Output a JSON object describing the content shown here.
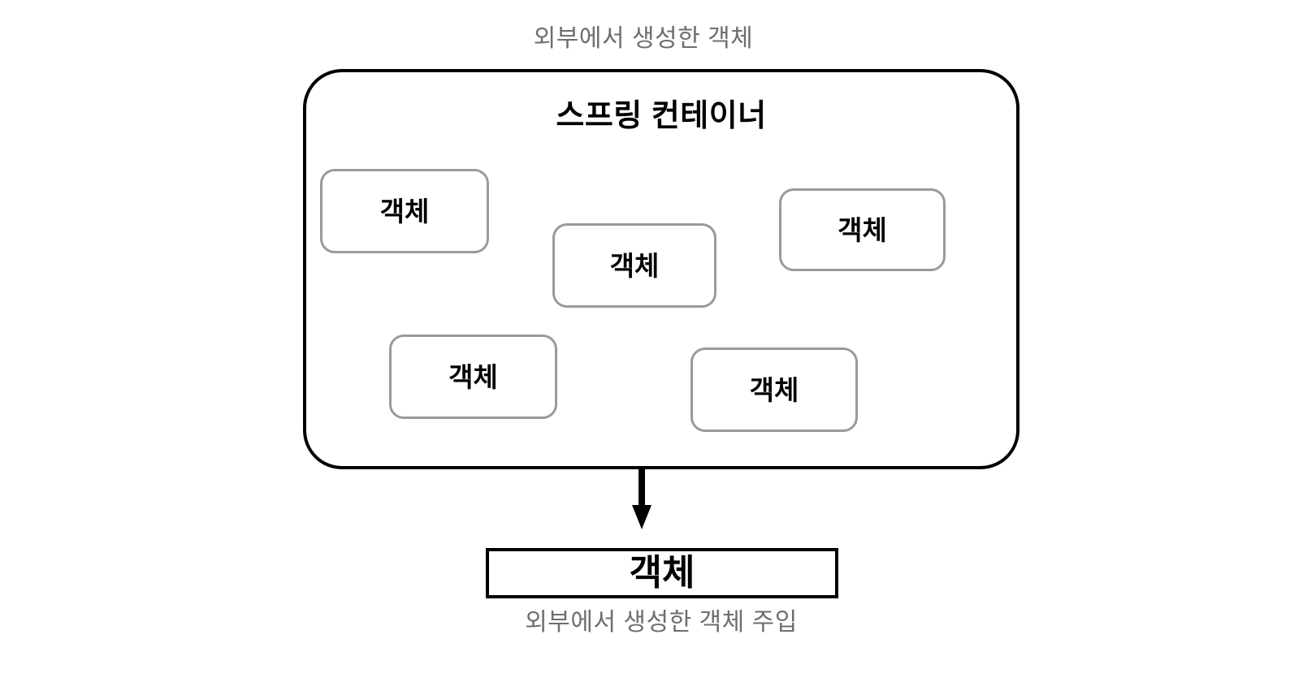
{
  "diagram": {
    "title": "스프링 컨테이너",
    "top_caption": "외부에서 생성한 객체",
    "bottom_caption": "외부에서 생성한 객체 주입",
    "colors": {
      "background": "#ffffff",
      "container_border": "#000000",
      "object_border": "#9a9a9a",
      "caption_text": "#6e6e6e",
      "label_text": "#000000",
      "arrow": "#000000"
    },
    "container": {
      "label": "스프링 컨테이너",
      "objects": [
        {
          "label": "객체"
        },
        {
          "label": "객체"
        },
        {
          "label": "객체"
        },
        {
          "label": "객체"
        },
        {
          "label": "객체"
        }
      ]
    },
    "external_object": {
      "label": "객체"
    },
    "arrow": {
      "name": "injection-arrow",
      "direction": "down"
    }
  }
}
